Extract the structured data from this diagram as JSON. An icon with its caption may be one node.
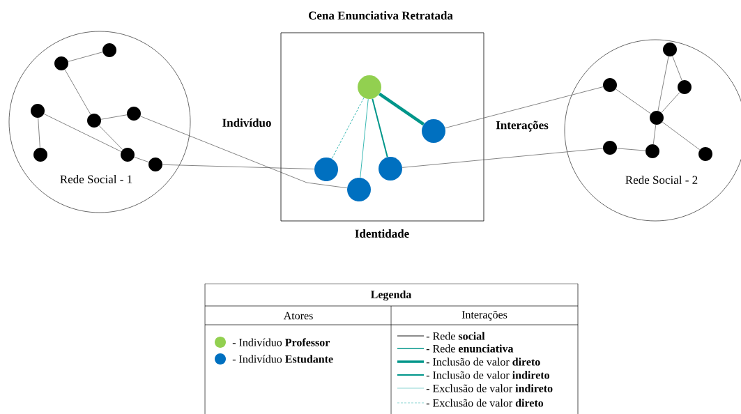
{
  "diagram": {
    "nodes": [
      {
        "text": [
          "Rede Social - 1"
        ]
      },
      {
        "text": [],
        "shape": "circle",
        "in": 0
      },
      {
        "text": [],
        "shape": "circle",
        "in": 0
      },
      {
        "text": [],
        "shape": "circle",
        "in": 0
      },
      {
        "text": [],
        "shape": "circle",
        "in": 0
      },
      {
        "text": [],
        "shape": "circle",
        "in": 0
      },
      {
        "text": [],
        "shape": "circle",
        "in": 0
      },
      {
        "text": [],
        "shape": "circle",
        "in": 0
      },
      {
        "text": [],
        "shape": "circle",
        "in": 0
      },
      {
        "text": [
          "Cena Enunciativa Retratada"
        ]
      },
      {
        "text": [],
        "shape": "circle",
        "in": 9
      },
      {
        "text": [],
        "shape": "circle",
        "in": 9
      },
      {
        "text": [],
        "shape": "circle",
        "in": 9
      },
      {
        "text": [],
        "shape": "circle",
        "in": 9
      },
      {
        "text": [],
        "shape": "circle",
        "in": 9
      },
      {
        "text": [
          "Rede Social - 2"
        ]
      },
      {
        "text": [],
        "shape": "circle",
        "in": 15
      },
      {
        "text": [],
        "shape": "circle",
        "in": 15
      },
      {
        "text": [],
        "shape": "circle",
        "in": 15
      },
      {
        "text": [],
        "shape": "circle",
        "in": 15
      },
      {
        "text": [],
        "shape": "circle",
        "in": 15
      },
      {
        "text": [],
        "shape": "circle",
        "in": 15
      },
      {
        "text": [],
        "shape": "circle",
        "in": 15
      }
    ],
    "edges": [
      {
        "from": 1,
        "to": 2,
        "arrow": "none"
      },
      {
        "from": 2,
        "to": 5,
        "arrow": "none"
      },
      {
        "from": 5,
        "to": 4,
        "arrow": "none"
      },
      {
        "from": 5,
        "to": 7,
        "arrow": "none"
      },
      {
        "from": 3,
        "to": 6,
        "arrow": "none"
      },
      {
        "from": 3,
        "to": 7,
        "arrow": "none"
      },
      {
        "from": 7,
        "to": 8,
        "arrow": "none"
      },
      {
        "from": 4,
        "to": 14,
        "arrow": "none"
      },
      {
        "from": 8,
        "to": 13,
        "arrow": "none"
      },
      {
        "from": 10,
        "to": 11,
        "arrow": "none",
        "style": "thick",
        "color": "#00968a"
      },
      {
        "from": 10,
        "to": 12,
        "arrow": "none",
        "color": "#00968a"
      },
      {
        "from": 10,
        "to": 14,
        "arrow": "none",
        "color": "#3bb9b4"
      },
      {
        "from": 10,
        "to": 13,
        "arrow": "none",
        "style": "dashed",
        "color": "#3bb9b4"
      },
      {
        "from": 11,
        "to": 17,
        "arrow": "none"
      },
      {
        "from": 12,
        "to": 20,
        "arrow": "none"
      },
      {
        "from": 17,
        "to": 19,
        "arrow": "none"
      },
      {
        "from": 16,
        "to": 19,
        "arrow": "none"
      },
      {
        "from": 16,
        "to": 18,
        "arrow": "none"
      },
      {
        "from": 18,
        "to": 19,
        "arrow": "none"
      },
      {
        "from": 19,
        "to": 21,
        "arrow": "none"
      },
      {
        "from": 19,
        "to": 22,
        "arrow": "none"
      },
      {
        "from": 20,
        "to": 21,
        "arrow": "none"
      }
    ],
    "labels": [
      "Indivíduo",
      "Interações",
      "Identidade",
      "Legenda",
      "Atores",
      "Interações"
    ],
    "legend": [
      {
        "text": "- Indivíduo **Professor**",
        "color": "#92d050"
      },
      {
        "text": "- Indivíduo **Estudante**",
        "color": "#0070c0"
      },
      {
        "text": "- Rede **social**"
      },
      {
        "text": "- Rede **enunciativa**"
      },
      {
        "text": "- Inclusão de valor **direto**"
      },
      {
        "text": "- Inclusão de valor **indireto**"
      },
      {
        "text": "- Exclusão de valor **indireto**"
      },
      {
        "text": "- Exclusão de valor **direto**"
      }
    ]
  }
}
